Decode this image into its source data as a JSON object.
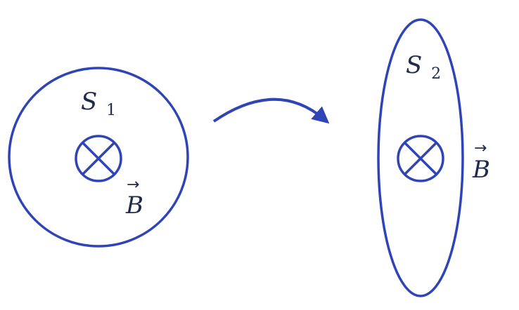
{
  "colors": {
    "stroke": "#2f45b7",
    "text": "#1f2a4d",
    "background": "#ffffff"
  },
  "surface1": {
    "letter": "S",
    "subscript": "1"
  },
  "surface2": {
    "letter": "S",
    "subscript": "2"
  },
  "field": {
    "letter": "B",
    "vector_arrow": "→",
    "direction_symbol": "into-page-icon"
  },
  "transition_arrow": "curved-arrow-icon"
}
